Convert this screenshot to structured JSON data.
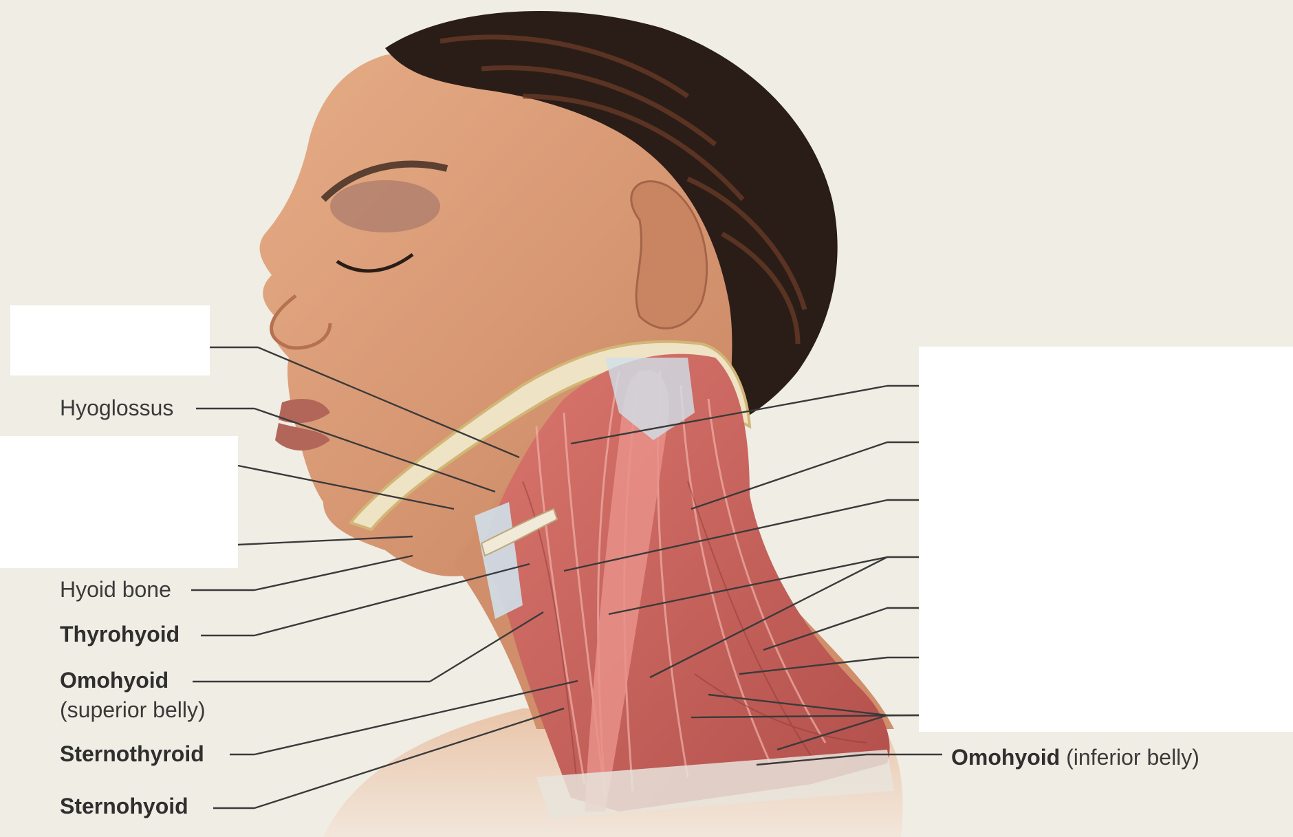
{
  "labels": {
    "hyoglossus": "Hyoglossus",
    "hyoid_bone": "Hyoid bone",
    "thyrohyoid": "Thyrohyoid",
    "omohyoid_superior_name": "Omohyoid",
    "omohyoid_superior_note": "(superior belly)",
    "sternothyroid": "Sternothyroid",
    "sternohyoid": "Sternohyoid",
    "omohyoid_inferior_name": "Omohyoid",
    "omohyoid_inferior_note": "(inferior belly)"
  },
  "colors": {
    "background": "#efede4",
    "skin": "#d99a76",
    "muscle": "#c9605a",
    "tendon": "#cfe0ea",
    "hair": "#2a1d17",
    "leader_line": "#3a3a3a",
    "label_box": "#ffffff"
  }
}
